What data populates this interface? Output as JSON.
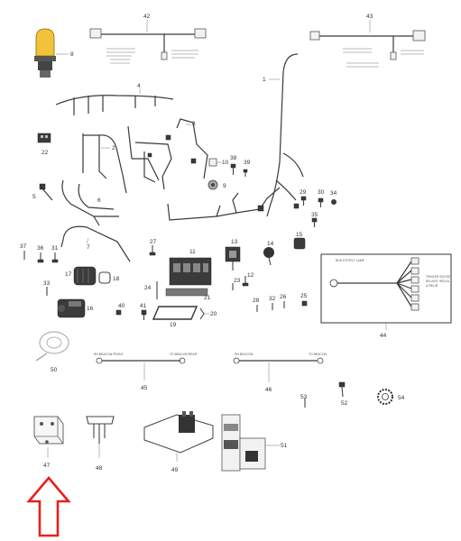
{
  "diagram": {
    "callouts": [
      "1",
      "2",
      "3",
      "4",
      "5",
      "6",
      "7",
      "8",
      "9",
      "10",
      "11",
      "12",
      "13",
      "14",
      "15",
      "16",
      "17",
      "18",
      "19",
      "20",
      "21",
      "22",
      "23",
      "24",
      "25",
      "26",
      "27",
      "28",
      "29",
      "30",
      "31",
      "32",
      "33",
      "34",
      "35",
      "36",
      "37",
      "38",
      "39",
      "40",
      "41",
      "42",
      "43",
      "44",
      "45",
      "46",
      "47",
      "48",
      "49",
      "50",
      "51",
      "52",
      "53",
      "54"
    ],
    "harness_45": {
      "left_tag": "RH BEACON FRONT",
      "right_tag": "TO BEACON REAR"
    },
    "harness_46": {
      "left_tag": "RH BEACON",
      "right_tag": "TO BEACON"
    },
    "inset_44": {
      "title": "BUS STOP/LT LAMP",
      "side_note": "TRAILER SOCKET",
      "side_note_2": "RELAYS +REL/A",
      "side_note_3": "& REL/B"
    }
  },
  "highlight": {
    "target_callout": "47",
    "arrow_color": "#e8201c",
    "arrow_direction": "up"
  }
}
